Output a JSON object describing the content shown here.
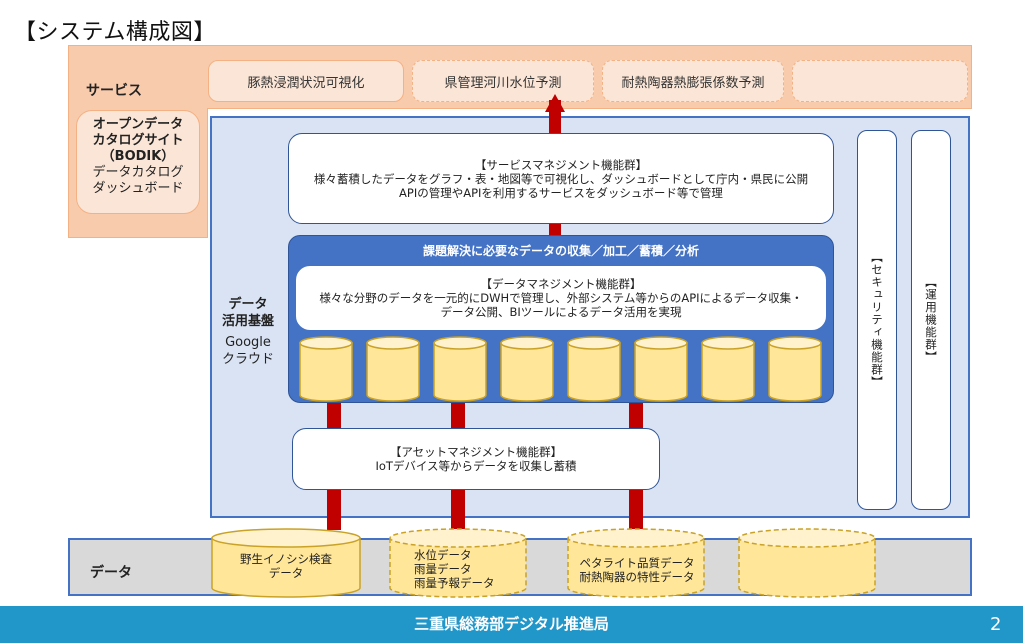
{
  "title": "【システム構成図】",
  "service_layer": {
    "label": "サービス",
    "services": [
      {
        "label": "豚熱浸潤状況可視化",
        "style": "solid"
      },
      {
        "label": "県管理河川水位予測",
        "style": "dashed"
      },
      {
        "label": "耐熱陶器熱膨張係数予測",
        "style": "dashed"
      },
      {
        "label": "",
        "style": "dashed"
      }
    ],
    "open_data": {
      "line1": "オープンデータ",
      "line2": "カタログサイト",
      "line3": "（BODIK）",
      "line4": "データカタログ",
      "line5": "ダッシュボード"
    }
  },
  "platform": {
    "label_line1": "データ",
    "label_line2": "活用基盤",
    "label_line3": "Google",
    "label_line4": "クラウド",
    "service_management": {
      "title": "【サービスマネジメント機能群】",
      "line1": "様々蓄積したデータをグラフ・表・地図等で可視化し、ダッシュボードとして庁内・県民に公開",
      "line2": "APIの管理やAPIを利用するサービスをダッシュボード等で管理"
    },
    "data_block": {
      "heading": "課題解決に必要なデータの収集／加工／蓄積／分析",
      "data_management": {
        "title": "【データマネジメント機能群】",
        "line1": "様々な分野のデータを一元的にDWHで管理し、外部システム等からのAPIによるデータ収集・",
        "line2": "データ公開、BIツールによるデータ活用を実現"
      },
      "storage_count": 8
    },
    "asset_management": {
      "title": "【アセットマネジメント機能群】",
      "line1": "IoTデバイス等からデータを収集し蓄積"
    },
    "security": "【セキュリティ機能群】",
    "operations": "【運用機能群】"
  },
  "data_layer": {
    "label": "データ",
    "sources": [
      {
        "lines": [
          "野生イノシシ検査",
          "データ"
        ],
        "style": "solid"
      },
      {
        "lines": [
          "水位データ",
          "雨量データ",
          "雨量予報データ"
        ],
        "style": "dashed"
      },
      {
        "lines": [
          "ペタライト品質データ",
          "耐熱陶器の特性データ"
        ],
        "style": "dashed"
      },
      {
        "lines": [],
        "style": "dashed"
      }
    ]
  },
  "colors": {
    "service_band": "#f8cbad",
    "platform_bg": "#dae3f3",
    "platform_border": "#4472c4",
    "data_block": "#4472c4",
    "cylinder_fill": "#ffe699",
    "cylinder_border": "#c9a227",
    "connector": "#c00000",
    "footer": "#2196c9"
  },
  "footer": {
    "org": "三重県総務部デジタル推進局",
    "page": "2"
  }
}
